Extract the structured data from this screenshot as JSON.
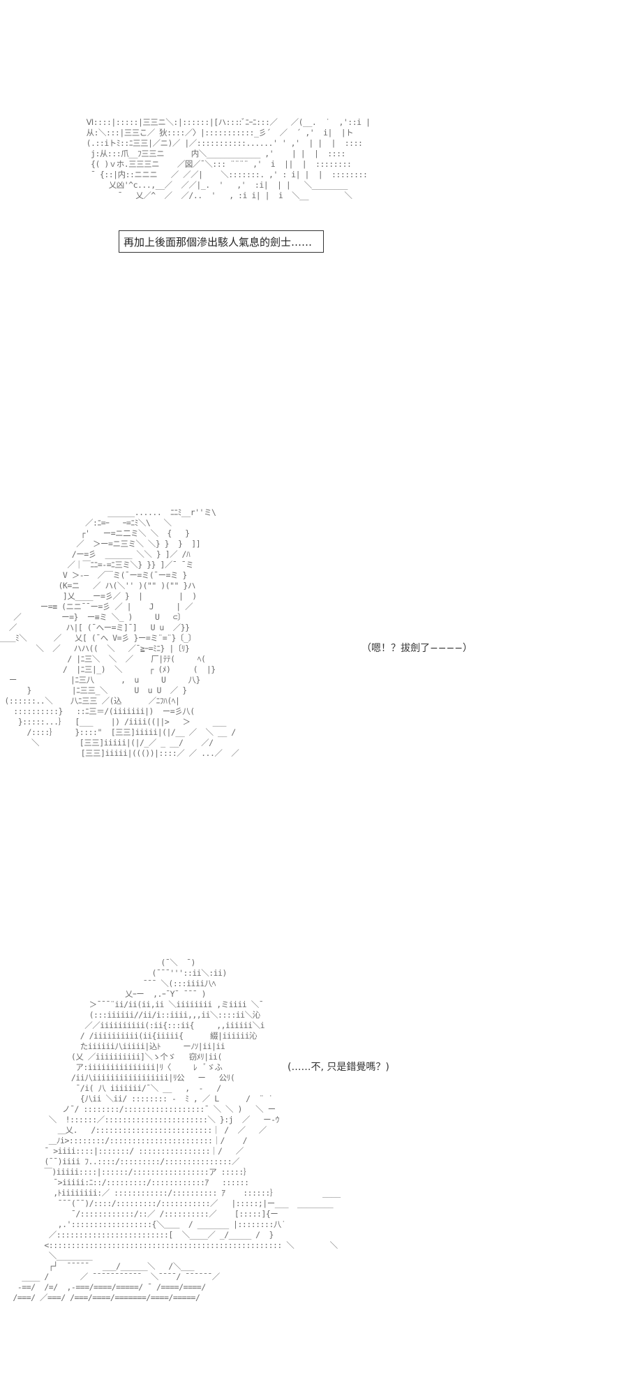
{
  "panels": [
    {
      "caption": "再加上後面那個滲出駭人氣息的劍士……",
      "art": [
        "                  Ⅵ::::|:::::|三三ニ＼:|::::::|[ハ::::ﾞﾆｰﾆ:::／   ／(__.  ˙  ,'::i |",
        "                  从:＼:::|三三こ／ 狄::::／〉|:::::::::::_彡´  ／  ´ ,'  i|  |ト",
        "                  (.::iトﾐ::ﾆ三三|／ニ)／ |／:::::::::::......' ' ,'  | |  |  ::::",
        "                   j:从:::爪__ﾌ三三ニ      内＼____________ ,'    | |  |  ::::",
        "                   {( )ｖホ.三三三ニ    ／図／¯＼::: ¨¨¨¨ ,'  i  ||  |  ::::::::",
        "                   ¯ {::|内::ニニニ   ／ ／／|    ＼:::::::. ,' : i| |  |  ::::::::",
        "                       乂凶'^c...,__／  ／／|_.  '   ,'  :i|  | |   ＼________",
        "                         ¯   乂／^  ／  ／/..  '   , :i i| |  i  ＼__        ＼"
      ]
    },
    {
      "speech": "（嗯！？拔劍了−−−−）",
      "art": [
        "                        ______......  ﾆﾆﾐ__r''ミ\\",
        "                   ／:ﾆ=ｰ   ｰ=ﾆﾐ＼\\   ＼",
        "                  ┌'   ー=ニ二ミ＼ ＼  {   }",
        "                 ／  ＞ー=ニ三ミ＼ ＼} }  }  ]]",
        "                /ー=彡  ______ ＼＼ } ]／ /ﾊ",
        "               ／｜￣ﾆﾆ=-=ﾆ三ミ＼} }} ]／¯ ¯ミ",
        "              V ＞-―  ／￣ミ(¯ー=ミ(¯ー=ミ }",
        "             (K=ニ   ／ ハ(＼'' )(\"\" )(\"\" }ハ",
        "              ]乂____ー=彡／ }  |        |  )",
        "         ー=≡ (ニニ¯¯ー=彡 ／ |    J     | ／",
        "   ／         ー=}  ー≡ミ ＼_ )     U   ⊂〕",
        "  ／           ハ|[ (¯へー=ミ]¯]   U u  ／}}",
        "＿＿ﾐ＼      ／   乂[ (¯へ V=彡 }ー=ミ¨=¨}〔_〕",
        "        ＼  ／   ハハ((  ＼   ／¯≧ｰ=ﾐﾆ} |〔ﾘ}",
        "               / |ﾆ三＼  ＼  ／    厂|ﾃﾃ(     ﾍ(",
        "              /  |ﾆ三|_)  ＼      ┌ (ﾒ)     (  |}",
        "  ー            |ﾆ三八      ,  u     U     八}",
        "      }         |ﾆ三三_＼      U  u U  ／ }",
        " (::::::..＼    八ﾆ三三 ／(込      ／ﾆﾌﾊ(ﾍ|",
        "   ::::::::::}   ::ﾆ三＝/(iiiiiii|)  ー=彡八(",
        "    }:::::...｝  [___    |) /iiii((||>   ＞     ___",
        "      /::::｝    }::::\"  [三三]iiiii|(|/__ ／  ＼ __ /",
        "       ＼         [三三]iiiii|(|/_／ _ __/    ／/",
        "                  [三三]iiiii|((())|::::／ ／ ...／  ／"
      ]
    },
    {
      "speech": "(……不, 只是錯覺嗎？)",
      "art": [
        "                                  (¯＼  ¯)",
        "                                (¯¯¯'''::ii＼:ii)",
        "                              ¯¯¯ ＼(:::iiii八ﾍ",
        "                          乂ｰー  ,.ｰ¯Y¯ ¯¯¯ )",
        "                  ＞¯¯¯¨ii/ii(ii,ii ＼iiiiiiii ,ミiiii ＼¯",
        "                  (:::iiiiii//ii/i::iiii,,,ii＼::::ii＼沁",
        "                 ／／iiiiiiiiii(:ii{:::ii{     ,,iiiiii＼i",
        "                / /iiiiiiiiii(ii{iiiii{      綴|iiiiii沁",
        "                たiiiiii八iiiii|込ﾄ     ーﾉｿ|ii|ii",
        "              (乂 ／iiiiiiiiii]＼ゝ个ゞ   窃ﾒﾘ|ii(",
        "               ア:iiiiiiiiiiiiiii|ﾘ〈     ﾚ  ﾞゞふ",
        "              /ii八iiiiiiiiiiiiiiiii|ﾘ公   ー   公ﾘ(",
        "               ¯/i( 八 iiiiiii/¯＼ __   ,  -   / ",
        "                {八ii ＼ii/ :::::::: -  ﾐ , ／ L      /  ¨ ˙",
        "            ノ¯/ ::::::::/::::::::::::::::::¯ ＼ ＼ )   ＼ ー ",
        "         ＼  !::::::／:::::::::::::::::::::::＼ }:j  ／   ー-ｳ ",
        "           ＿乂.   /::::::::::::::::::::::::::｜ /  ／   ／ ",
        "         ＿ﾉi>::::::::/:::::::::::::::::::::::｜/    /  ",
        "        ¯ >iiii::::|:::::::/ ::::::::::::::::｜/   ／ ",
        "        (¯¯)iiii ﾌ..::::/:::::::::/:::::::::::::::／ ",
        "        ￣)iiiii::::|::::::/:::::::::::::::::ア :::::｝",
        "          ¯>iiiii:ﾆ::/:::::::::/::::::::::::ｱ   :::::: ",
        "          ,ﾄiiiiiiii:／ ::::::::::::/:::::::::: ｱ    ::::::｝          ____",
        "           ¯¯¯(¯¯)/::::/:::::::::/:::::::::::／   |:::::;|ー___  ________",
        "              ¯/::::::::::::/::／ /::::::::::／    [:::::]{ー    ",
        "           ,.'::::::::::::::::::{＼＿＿  / _______ |::::::::八˙",
        "         ／:::::::::::::::::::::::::[  ＼____／ _/_____ /  }",
        "        <:::::::::::::::::::::::::::::::::::::::::::::::::::: ＼        ＼",
        "         ＼________                           ",
        "         ┌┘  ¯¯¯¯¯   ___/______＼   /＼___ ",
        "   ____ /       ／ ¯¯¯¯¯¯¯¯¯¯¯  ＼¯¯¯¯/ ¯¯¯¯¯¯／",
        "  -==/  /=/  ,-===/====/=====/ ¯ /====/====/",
        " /===/ ／===/ /===/====/=======/====/=====/"
      ]
    }
  ]
}
